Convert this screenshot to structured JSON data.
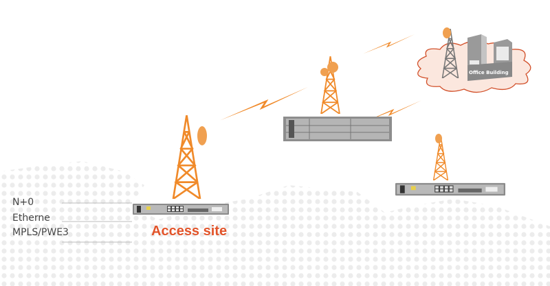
{
  "legend": {
    "items": [
      "N+0",
      "Etherne",
      "MPLS/PWE3"
    ]
  },
  "access_site_label": "Access site",
  "office_building_label": "Office Building",
  "colors": {
    "accent": "#f08a2a",
    "label_red": "#e2542a",
    "tower_gray": "#777777",
    "cloud_fill": "#fbe7de",
    "cloud_stroke": "#d2502a"
  }
}
